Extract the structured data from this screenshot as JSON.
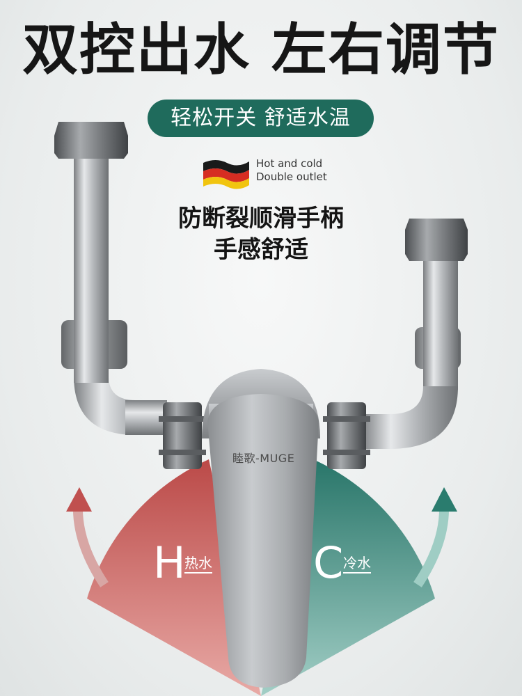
{
  "headline": "双控出水 左右调节",
  "pill": "轻松开关 舒适水温",
  "badge": {
    "line1": "Hot and cold",
    "line2": "Double outlet"
  },
  "features": {
    "line1": "防断裂顺滑手柄",
    "line2": "手感舒适"
  },
  "brand": "睦歌-MUGE",
  "hot": {
    "letter": "H",
    "label": "热水"
  },
  "cold": {
    "letter": "C",
    "label": "冷水"
  },
  "colors": {
    "pill": "#1f6b5c",
    "hot": "#c0504f",
    "cold": "#2a7c6e"
  }
}
